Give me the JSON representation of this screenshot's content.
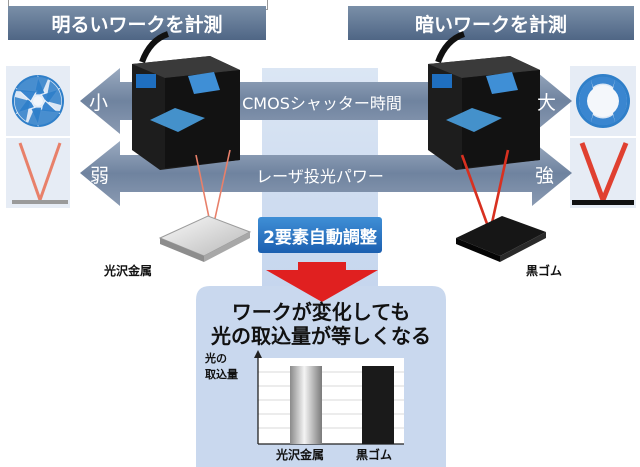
{
  "left_header": "明るいワークを計測",
  "right_header": "暗いワークを計測",
  "shutter": {
    "label": "CMOSシャッター時間",
    "min_label": "小",
    "max_label": "大"
  },
  "laser": {
    "label": "レーザ投光パワー",
    "min_label": "弱",
    "max_label": "強"
  },
  "left_work_label": "光沢金属",
  "right_work_label": "黒ゴム",
  "auto_adjust_badge": "2要素自動調整",
  "result_text": {
    "line1": "ワークが変化しても",
    "line2": "光の取込量が等しくなる"
  },
  "chart_data": {
    "type": "bar",
    "ylabel_line1": "光の",
    "ylabel_line2": "取込量",
    "categories": [
      "光沢金属",
      "黒ゴム"
    ],
    "values": [
      1,
      1
    ],
    "bar_colors": [
      "#b0b0b0",
      "#1a1a1a"
    ]
  },
  "colors": {
    "arrow": "#7b8ea8",
    "header": "#5a7090",
    "badge": "#2a72c4",
    "result_panel": "#c9d8ee",
    "down_arrow": "#e02020"
  }
}
